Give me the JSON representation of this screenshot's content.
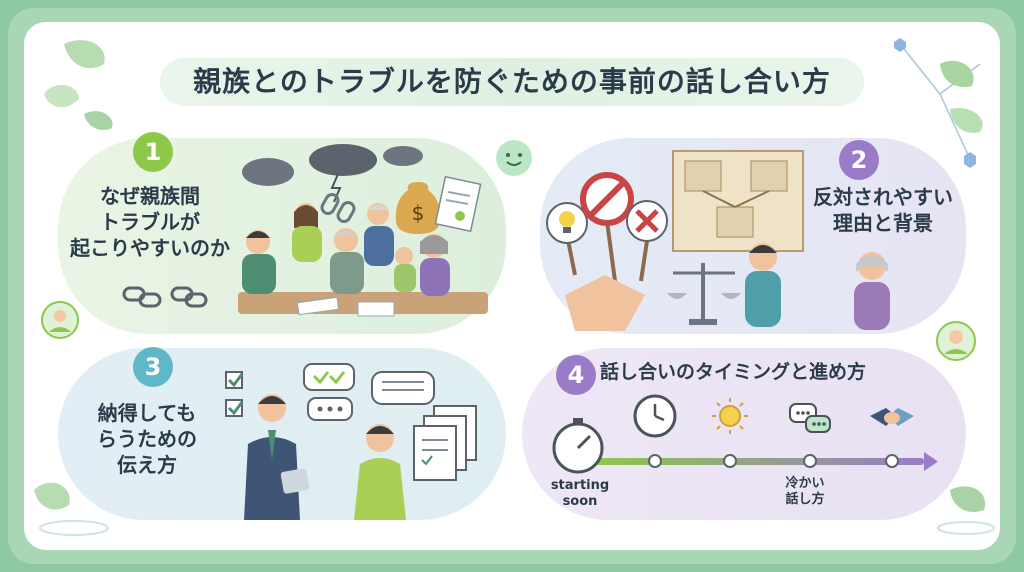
{
  "title": "親族とのトラブルを防ぐための事前の話し合い方",
  "sections": [
    {
      "number": "1",
      "heading_lines": [
        "なぜ親族間",
        "トラブルが",
        "起こりやすいのか"
      ]
    },
    {
      "number": "2",
      "heading_lines": [
        "反対されやすい",
        "理由と背景"
      ]
    },
    {
      "number": "3",
      "heading_lines": [
        "納得しても",
        "らうための",
        "伝え方"
      ]
    },
    {
      "number": "4",
      "heading_lines": [
        "話し合いのタイミングと進め方"
      ]
    }
  ],
  "timeline": {
    "start_label": "starting\nsoon",
    "end_label_lines": [
      "冷かい",
      "話し方"
    ],
    "icons": [
      "stopwatch-icon",
      "clock-icon",
      "sun-icon",
      "speech-bubbles-icon",
      "handshake-icon"
    ]
  },
  "colors": {
    "frame": "#a9d7b6",
    "green_accent": "#8ec84b",
    "purple_accent": "#9a7bc8",
    "teal_accent": "#5fb8c7",
    "title_text": "#2c3b4a"
  }
}
